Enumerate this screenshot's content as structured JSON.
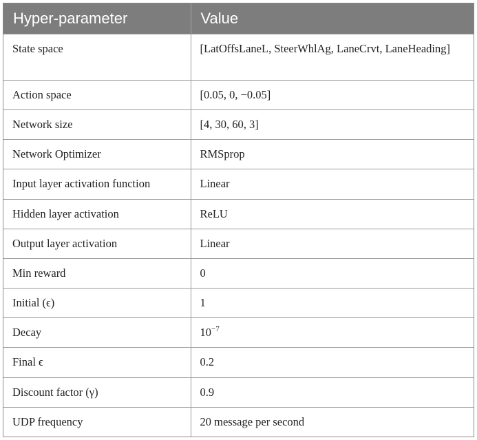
{
  "table": {
    "headers": [
      "Hyper-parameter",
      "Value"
    ],
    "rows": [
      {
        "param": "State space",
        "value": "[LatOffsLaneL, SteerWhlAg, LaneCrvt, LaneHeading]"
      },
      {
        "param": "Action space",
        "value": "[0.05, 0, −0.05]"
      },
      {
        "param": "Network size",
        "value": "[4, 30, 60, 3]"
      },
      {
        "param": "Network Optimizer",
        "value": "RMSprop"
      },
      {
        "param": "Input layer activation function",
        "value": "Linear"
      },
      {
        "param": "Hidden layer activation",
        "value": "ReLU"
      },
      {
        "param": "Output layer activation",
        "value": "Linear"
      },
      {
        "param": "Min reward",
        "value": "0"
      },
      {
        "param": "Initial (ϵ)",
        "value": "1"
      },
      {
        "param": "Decay",
        "value_base": "10",
        "value_exp": "−7"
      },
      {
        "param": "Final ϵ",
        "value": "0.2"
      },
      {
        "param": "Discount factor (γ)",
        "value": "0.9"
      },
      {
        "param": "UDP frequency",
        "value": "20 message per second"
      }
    ]
  }
}
